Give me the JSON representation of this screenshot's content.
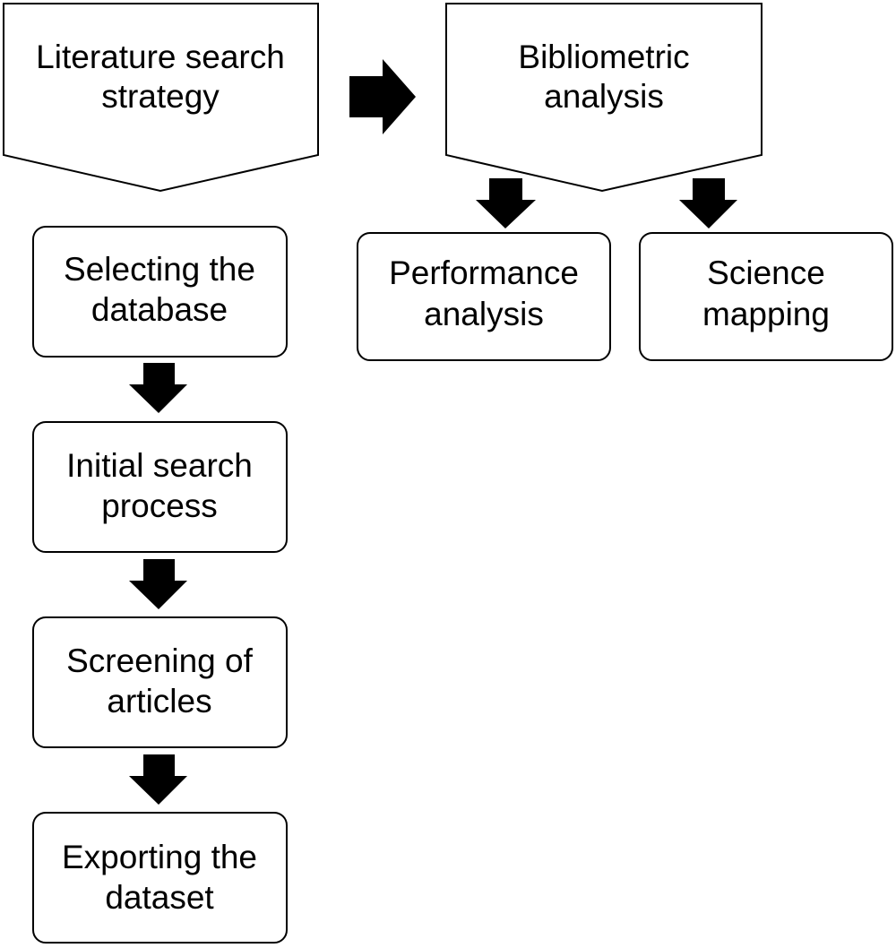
{
  "steps": {
    "lit_search": {
      "line1": "Literature search",
      "line2": "strategy"
    },
    "biblio": {
      "line1": "Bibliometric",
      "line2": "analysis"
    },
    "selecting": {
      "line1": "Selecting the",
      "line2": "database"
    },
    "initial": {
      "line1": "Initial search",
      "line2": "process"
    },
    "screening": {
      "line1": "Screening of",
      "line2": "articles"
    },
    "exporting": {
      "line1": "Exporting the",
      "line2": "dataset"
    },
    "performance": {
      "line1": "Performance",
      "line2": "analysis"
    },
    "science": {
      "line1": "Science",
      "line2": "mapping"
    }
  },
  "colors": {
    "stroke": "#000000",
    "fill": "#ffffff",
    "arrow": "#000000"
  }
}
